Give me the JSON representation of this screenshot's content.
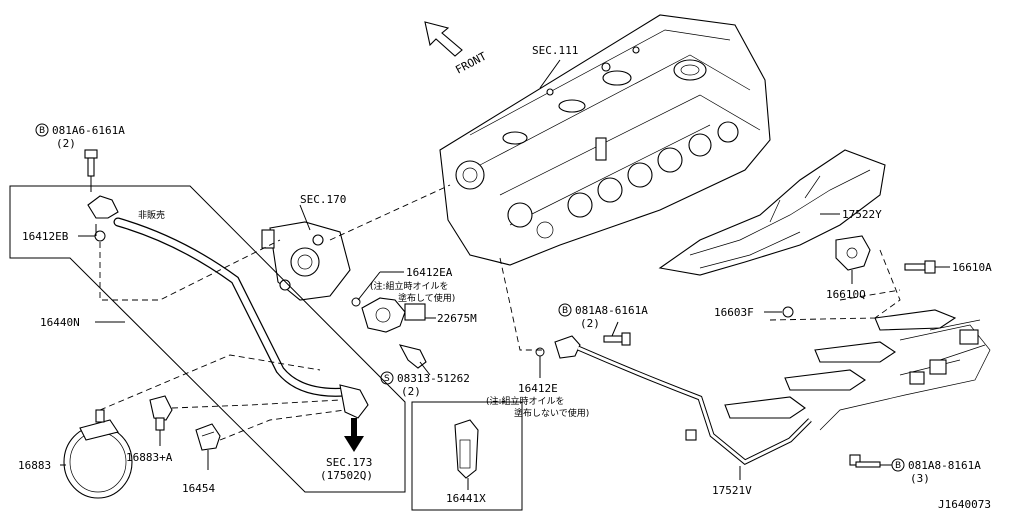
{
  "front_label": "FRONT",
  "labels": {
    "sec111": "SEC.111",
    "sec170": "SEC.170",
    "sec173": "SEC.173",
    "sec173_sub": "(17502Q)",
    "b_081a6": "081A6-6161A",
    "b_081a6_qty": "(2)",
    "p16412eb": "16412EB",
    "hihanbai": "非販売",
    "p16440n": "16440N",
    "p16412ea": "16412EA",
    "note1_l1": "(注:組立時オイルを",
    "note1_l2": "塗布して使用)",
    "p22675m": "22675M",
    "s_08313": "08313-51262",
    "s_08313_qty": "(2)",
    "p16412e": "16412E",
    "note2_l1": "(注:組立時オイルを",
    "note2_l2": "塗布しないで使用)",
    "b_081a8_top": "081A8-6161A",
    "b_081a8_top_qty": "(2)",
    "p16603f": "16603F",
    "p17522y": "17522Y",
    "p16610a": "16610A",
    "p16610q": "16610Q",
    "p16883": "16883",
    "p16883a": "16883+A",
    "p16454": "16454",
    "p16441x": "16441X",
    "p17521v": "17521V",
    "b_081a8_bot": "081A8-8161A",
    "b_081a8_bot_qty": "(3)",
    "diagram_id": "J1640073"
  },
  "markers": {
    "bolt": "B",
    "screw": "S"
  }
}
